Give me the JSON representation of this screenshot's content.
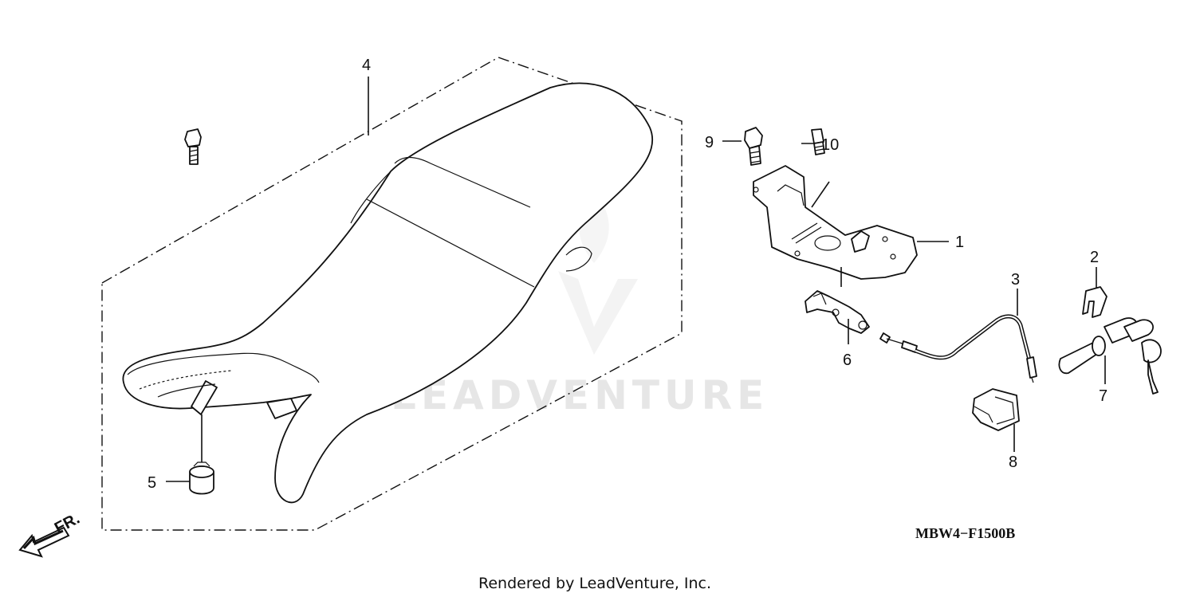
{
  "diagram": {
    "code": "MBW4−F1500B",
    "footer": "Rendered by LeadVenture, Inc.",
    "watermark": "LEADVENTURE",
    "direction_label": "FR.",
    "callouts": {
      "c1": "1",
      "c2": "2",
      "c3": "3",
      "c4": "4",
      "c5": "5",
      "c6": "6",
      "c7": "7",
      "c8": "8",
      "c9": "9",
      "c10": "10"
    }
  }
}
